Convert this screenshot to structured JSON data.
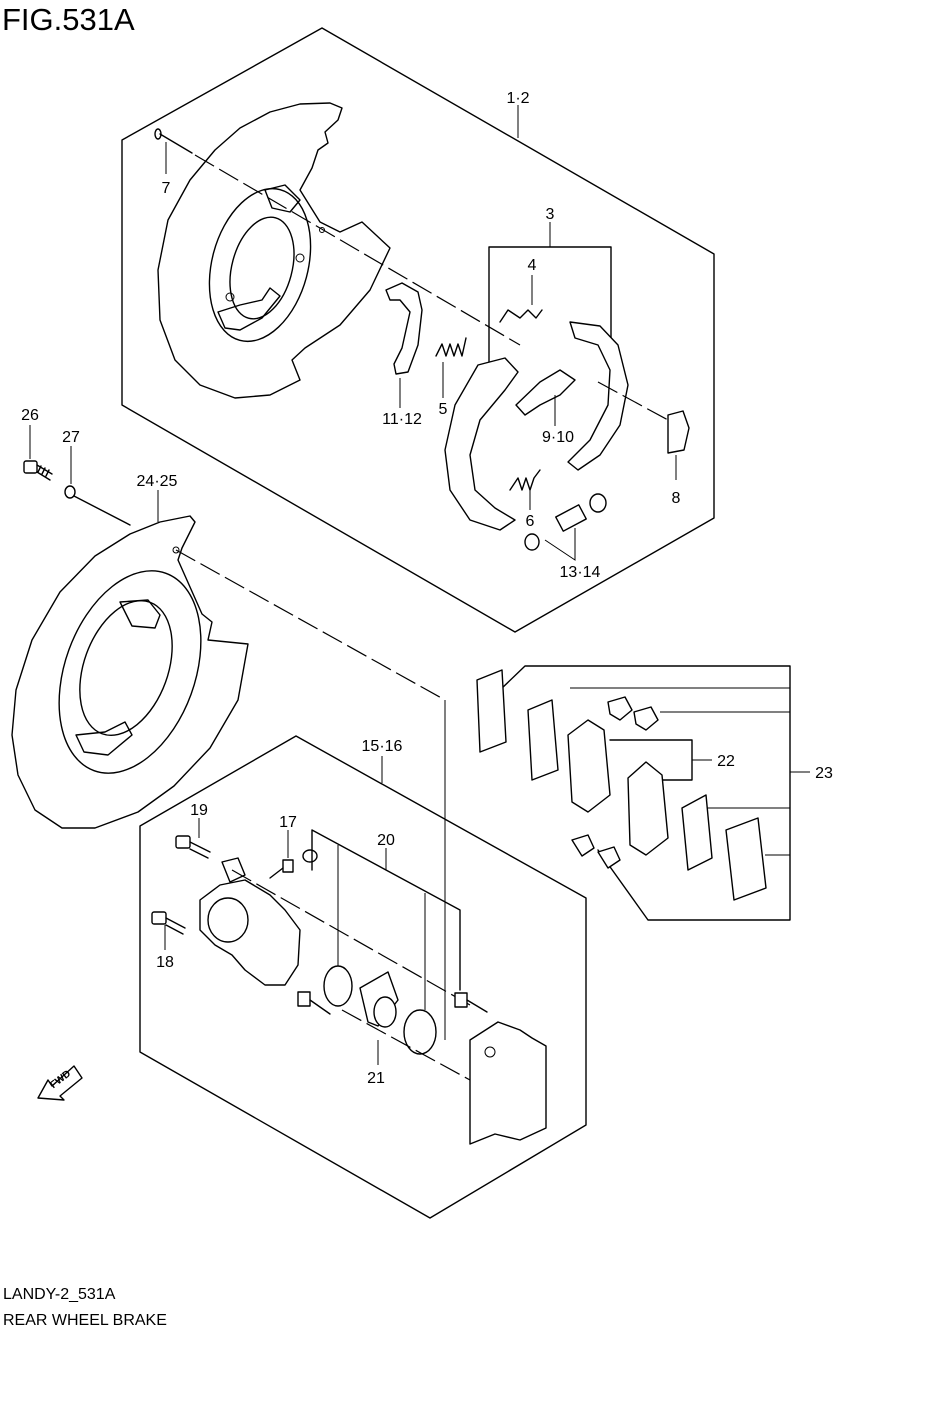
{
  "figure_title": "FIG.531A",
  "footer": {
    "code": "LANDY-2_531A",
    "name": "REAR WHEEL BRAKE"
  },
  "fwd_label": "FWD",
  "callouts": {
    "c1_2": "1·2",
    "c3": "3",
    "c4": "4",
    "c5": "5",
    "c6": "6",
    "c7": "7",
    "c8": "8",
    "c9_10": "9·10",
    "c11_12": "11·12",
    "c13_14": "13·14",
    "c15_16": "15·16",
    "c17": "17",
    "c18": "18",
    "c19": "19",
    "c20": "20",
    "c21": "21",
    "c22": "22",
    "c23": "23",
    "c24_25": "24·25",
    "c26": "26",
    "c27": "27"
  }
}
